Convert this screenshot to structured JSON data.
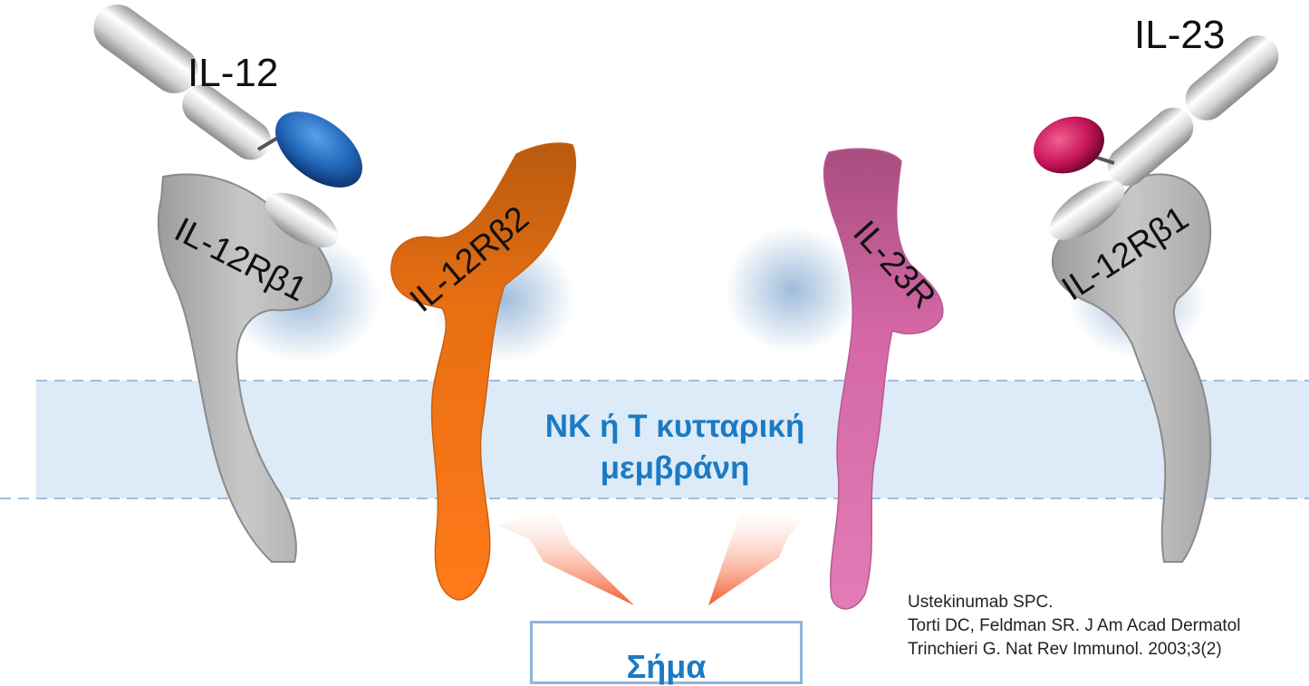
{
  "ligands": {
    "il12": "IL-12",
    "il23": "IL-23"
  },
  "receptors": {
    "left_b1": "IL-12Rβ1",
    "b2": "IL-12Rβ2",
    "il23r": "IL-23R",
    "right_b1": "IL-12Rβ1"
  },
  "membrane": {
    "line1": "NK ή T κυτταρική",
    "line2": "μεμβράνη"
  },
  "signal": "Σήμα",
  "references": [
    "Ustekinumab SPC.",
    "Torti DC, Feldman SR. J Am Acad Dermatol",
    "Trinchieri G. Nat Rev Immunol. 2003;3(2)"
  ],
  "colors": {
    "il12_p35": "#1f63b5",
    "il23_p19": "#c8145a",
    "receptor_b1": "#b8b8b8",
    "receptor_b2": "#f07a1a",
    "receptor_23r": "#d46aa8",
    "membrane": "#dcebf7",
    "text_accent": "#1b7ac4"
  }
}
